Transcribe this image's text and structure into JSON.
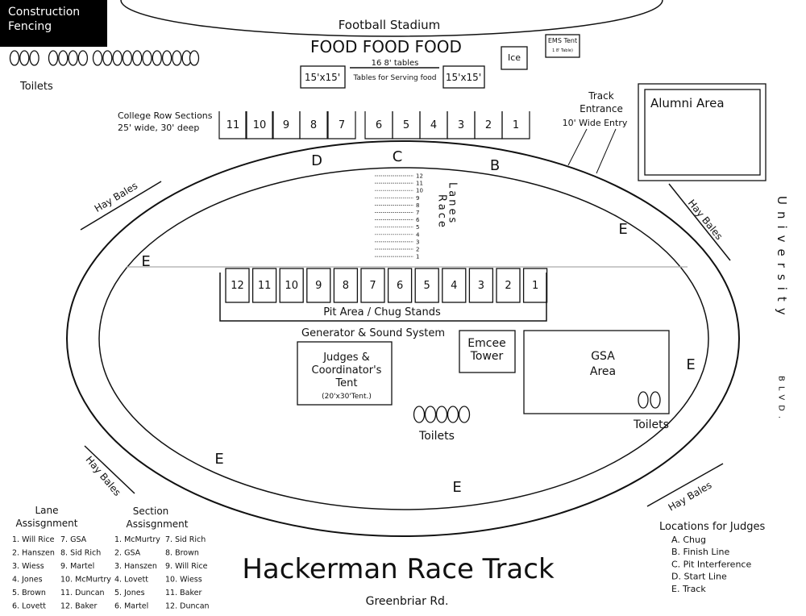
{
  "construction_fencing": [
    "Construction",
    "Fencing"
  ],
  "toilets_top_label": "Toilets",
  "stadium_label": "Football Stadium",
  "food": {
    "title": "FOOD FOOD FOOD",
    "tables": "16  8' tables",
    "serving": "Tables for Serving food",
    "tent_left": "15'x15'",
    "tent_right": "15'x15'"
  },
  "ice_label": "Ice",
  "ems": {
    "title": "EMS Tent",
    "sub": "1 8' Table)"
  },
  "track_entrance": [
    "Track",
    "Entrance",
    "10' Wide Entry"
  ],
  "alumni_label": "Alumni Area",
  "college_row": {
    "line1": "College Row Sections",
    "line2": "25' wide, 30' deep",
    "sections": [
      "11",
      "10",
      "9",
      "8",
      "7",
      "6",
      "5",
      "4",
      "3",
      "2",
      "1"
    ]
  },
  "judge_letters": {
    "D": "D",
    "C": "C",
    "B": "B",
    "E": "E"
  },
  "hay_bales": "Hay Bales",
  "race_lanes": {
    "word1": "Race",
    "word2": "Lanes",
    "lanes": [
      "12",
      "11",
      "10",
      "9",
      "8",
      "7",
      "6",
      "5",
      "4",
      "3",
      "2",
      "1"
    ]
  },
  "pit": {
    "stands": [
      "12",
      "11",
      "10",
      "9",
      "8",
      "7",
      "6",
      "5",
      "4",
      "3",
      "2",
      "1"
    ],
    "label": "Pit Area / Chug Stands"
  },
  "generator_label": "Generator & Sound System",
  "judges_tent": [
    "Judges &",
    "Coordinator's",
    "Tent",
    "(20'x30'Tent.)"
  ],
  "emcee": [
    "Emcee",
    "Tower"
  ],
  "gsa": [
    "GSA",
    "Area"
  ],
  "toilets_gsa": "Toilets",
  "toilets_center": "Toilets",
  "university_blvd": "University",
  "blvd": "BLVD.",
  "title": "Hackerman Race Track",
  "road": "Greenbriar Rd.",
  "judge_locations": {
    "title": "Locations for Judges",
    "items": [
      "A. Chug",
      "B. Finish Line",
      "C. Pit Interference",
      "D. Start Line",
      "E. Track"
    ]
  },
  "lane_assignment": {
    "title": [
      "Lane",
      "Assisgnment"
    ],
    "col1": [
      "1. Will Rice",
      "2. Hanszen",
      "3. Wiess",
      "4. Jones",
      "5. Brown",
      "6. Lovett"
    ],
    "col2": [
      "7. GSA",
      "8. Sid Rich",
      "9. Martel",
      "10. McMurtry",
      "11. Duncan",
      "12. Baker"
    ]
  },
  "section_assignment": {
    "title": [
      "Section",
      "Assisgnment"
    ],
    "col1": [
      "1. McMurtry",
      "2. GSA",
      "3. Hanszen",
      "4. Lovett",
      "5. Jones",
      "6. Martel"
    ],
    "col2": [
      "7. Sid Rich",
      "8. Brown",
      "9. Will Rice",
      "10. Wiess",
      "11. Baker",
      "12. Duncan"
    ]
  }
}
